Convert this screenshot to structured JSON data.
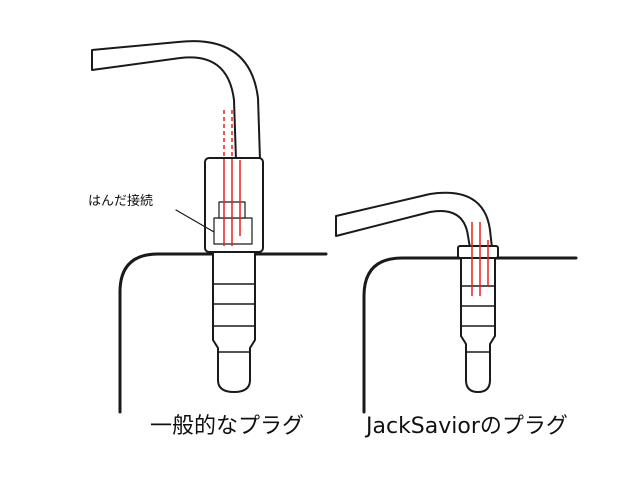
{
  "labels": {
    "solder_connection": "はんだ接続",
    "standard_plug": "一般的なプラグ",
    "jacksavior_plug": "JackSaviorのプラグ"
  },
  "colors": {
    "line": "#1a1a1a",
    "wire": "#e8201f",
    "background": "#ffffff"
  }
}
